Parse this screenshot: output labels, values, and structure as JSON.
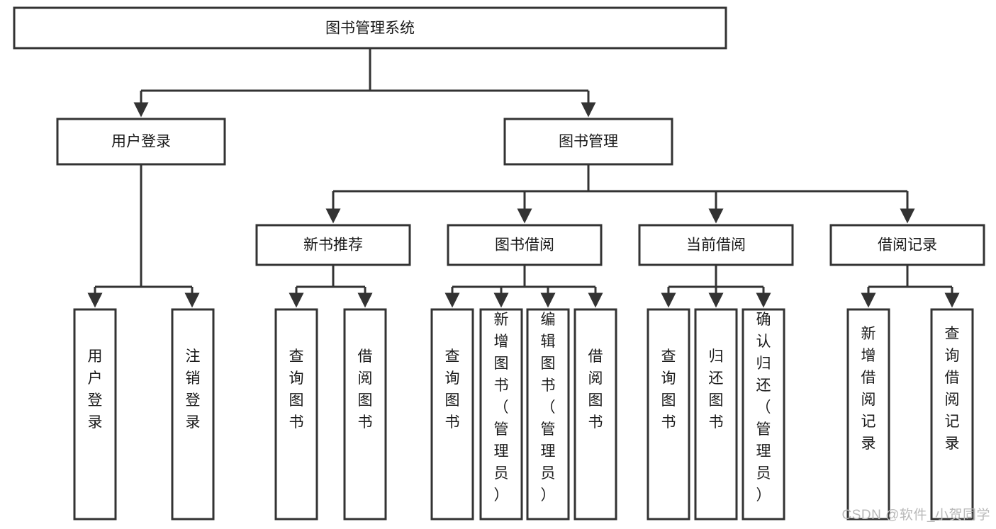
{
  "diagram": {
    "type": "tree-hierarchy",
    "title": "图书管理系统",
    "root": {
      "id": "root",
      "label": "图书管理系统"
    },
    "level2": [
      {
        "id": "user-login",
        "label": "用户登录"
      },
      {
        "id": "book-management",
        "label": "图书管理"
      }
    ],
    "level3": [
      {
        "id": "new-book-recommend",
        "label": "新书推荐",
        "parent": "book-management"
      },
      {
        "id": "book-borrow",
        "label": "图书借阅",
        "parent": "book-management"
      },
      {
        "id": "current-borrow",
        "label": "当前借阅",
        "parent": "book-management"
      },
      {
        "id": "borrow-record",
        "label": "借阅记录",
        "parent": "book-management"
      }
    ],
    "leaves": [
      {
        "id": "leaf-user-login",
        "label": "用户登录",
        "parent": "user-login"
      },
      {
        "id": "leaf-logout",
        "label": "注销登录",
        "parent": "user-login"
      },
      {
        "id": "leaf-query-book-1",
        "label": "查询图书",
        "parent": "new-book-recommend"
      },
      {
        "id": "leaf-borrow-book-1",
        "label": "借阅图书",
        "parent": "new-book-recommend"
      },
      {
        "id": "leaf-query-book-2",
        "label": "查询图书",
        "parent": "book-borrow"
      },
      {
        "id": "leaf-add-book",
        "label": "新增图书（管理员）",
        "parent": "book-borrow"
      },
      {
        "id": "leaf-edit-book",
        "label": "编辑图书（管理员）",
        "parent": "book-borrow"
      },
      {
        "id": "leaf-borrow-book-2",
        "label": "借阅图书",
        "parent": "book-borrow"
      },
      {
        "id": "leaf-query-book-3",
        "label": "查询图书",
        "parent": "current-borrow"
      },
      {
        "id": "leaf-return-book",
        "label": "归还图书",
        "parent": "current-borrow"
      },
      {
        "id": "leaf-confirm-return",
        "label": "确认归还（管理员）",
        "parent": "current-borrow"
      },
      {
        "id": "leaf-add-record",
        "label": "新增借阅记录",
        "parent": "borrow-record"
      },
      {
        "id": "leaf-query-record",
        "label": "查询借阅记录",
        "parent": "borrow-record"
      }
    ]
  },
  "watermark": {
    "text": "CSDN @软件_小贺同学"
  },
  "colors": {
    "stroke": "#333333",
    "fill": "#ffffff",
    "text": "#1a1a1a",
    "watermark": "#b9b9b9"
  }
}
